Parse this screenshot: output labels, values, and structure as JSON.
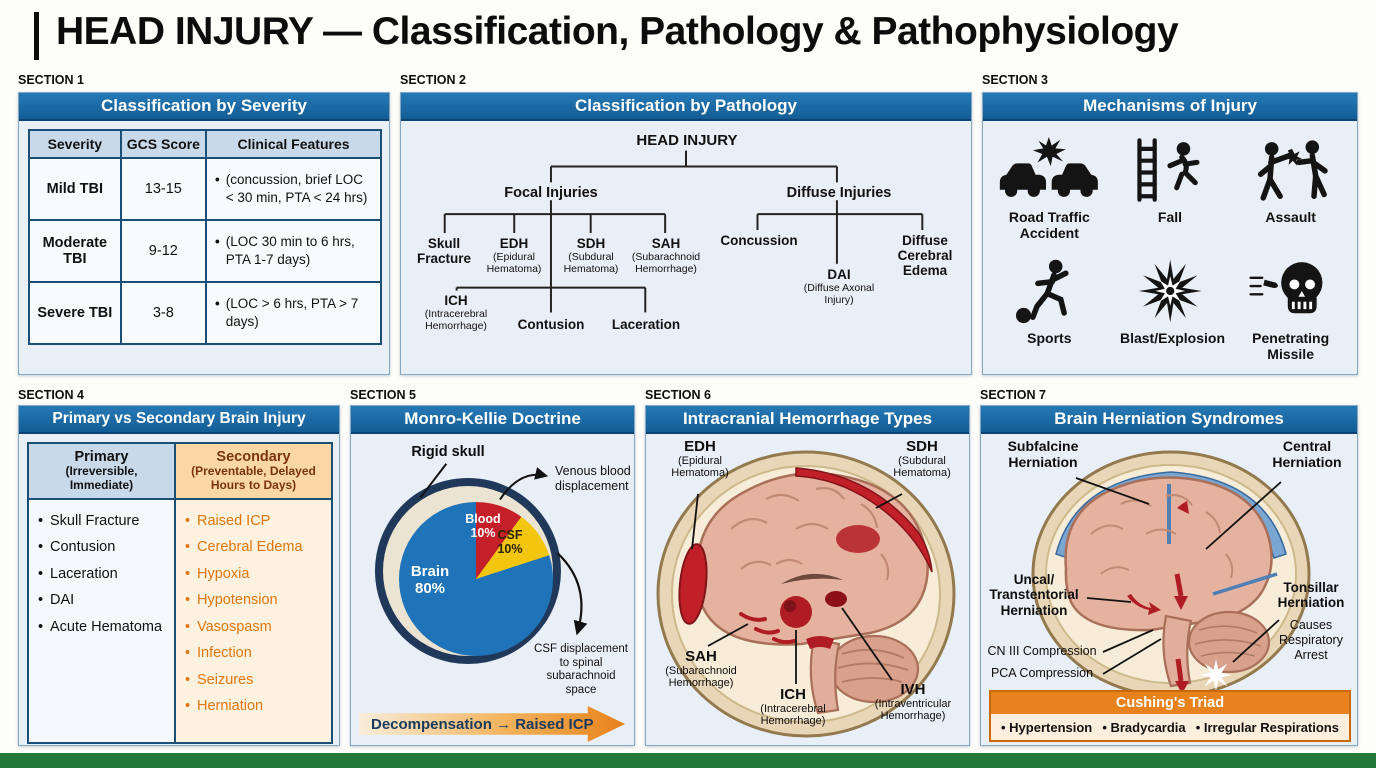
{
  "page": {
    "title": "HEAD INJURY — Classification, Pathology & Pathophysiology"
  },
  "chart_data": {
    "type": "pie",
    "title": "Monro-Kellie Doctrine (intracranial volume)",
    "labels": [
      "Brain",
      "Blood",
      "CSF"
    ],
    "values": [
      80,
      10,
      10
    ],
    "unit": "%"
  },
  "s1": {
    "tag": "SECTION 1",
    "title": "Classification by Severity",
    "headers": [
      "Severity",
      "GCS Score",
      "Clinical Features"
    ],
    "rows": [
      {
        "severity": "Mild TBI",
        "gcs": "13-15",
        "feature": "(concussion, brief LOC < 30 min, PTA < 24 hrs)"
      },
      {
        "severity": "Moderate TBI",
        "gcs": "9-12",
        "feature": "(LOC 30 min to 6 hrs, PTA 1-7 days)"
      },
      {
        "severity": "Severe TBI",
        "gcs": "3-8",
        "feature": "(LOC > 6 hrs, PTA > 7 days)"
      }
    ]
  },
  "s2": {
    "tag": "SECTION 2",
    "title": "Classification by Pathology",
    "root": "HEAD INJURY",
    "focal": "Focal Injuries",
    "diffuse": "Diffuse Injuries",
    "skull_fracture": "Skull Fracture",
    "edh": "EDH",
    "edh_sub": "(Epidural Hematoma)",
    "sdh": "SDH",
    "sdh_sub": "(Subdural Hematoma)",
    "sah": "SAH",
    "sah_sub": "(Subarachnoid Hemorrhage)",
    "ich": "ICH",
    "ich_sub": "(Intracerebral Hemorrhage)",
    "contusion": "Contusion",
    "laceration": "Laceration",
    "concussion": "Concussion",
    "dai": "DAI",
    "dai_sub": "(Diffuse Axonal Injury)",
    "edema": "Diffuse Cerebral Edema"
  },
  "s3": {
    "tag": "SECTION 3",
    "title": "Mechanisms of Injury",
    "items": [
      "Road Traffic Accident",
      "Fall",
      "Assault",
      "Sports",
      "Blast/Explosion",
      "Penetrating Missile"
    ]
  },
  "s4": {
    "tag": "SECTION 4",
    "title": "Primary vs Secondary Brain Injury",
    "primary_header": "Primary",
    "primary_sub": "(Irreversible, Immediate)",
    "secondary_header": "Secondary",
    "secondary_sub": "(Preventable, Delayed Hours to Days)",
    "primary_items": [
      "Skull Fracture",
      "Contusion",
      "Laceration",
      "DAI",
      "Acute Hematoma"
    ],
    "secondary_items": [
      "Raised ICP",
      "Cerebral Edema",
      "Hypoxia",
      "Hypotension",
      "Vasospasm",
      "Infection",
      "Seizures",
      "Herniation"
    ]
  },
  "s5": {
    "tag": "SECTION 5",
    "title": "Monro-Kellie Doctrine",
    "rigid_skull": "Rigid skull",
    "venous": "Venous blood displacement",
    "csf_note": "CSF displacement to spinal subarachnoid space",
    "brain_label": "Brain",
    "brain_pct": "80%",
    "blood_label": "Blood",
    "blood_pct": "10%",
    "csf_label": "CSF",
    "csf_pct": "10%",
    "decomp": "Decompensation → Raised ICP"
  },
  "s6": {
    "tag": "SECTION 6",
    "title": "Intracranial Hemorrhage Types",
    "edh": "EDH",
    "edh_sub": "(Epidural Hematoma)",
    "sdh": "SDH",
    "sdh_sub": "(Subdural Hematoma)",
    "sah": "SAH",
    "sah_sub": "(Subarachnoid Hemorrhage)",
    "ich": "ICH",
    "ich_sub": "(Intracerebral Hemorrhage)",
    "ivh": "IVH",
    "ivh_sub": "(Intraventricular Hemorrhage)"
  },
  "s7": {
    "tag": "SECTION 7",
    "title": "Brain Herniation Syndromes",
    "subfalcine": "Subfalcine Herniation",
    "central": "Central Herniation",
    "uncal": "Uncal/ Transtentorial Herniation",
    "cn3": "CN III Compression",
    "pca": "PCA Compression",
    "tonsillar": "Tonsillar Herniation",
    "tonsillar_note": "Causes Respiratory Arrest",
    "cushing_title": "Cushing's Triad",
    "cushing_items": [
      "Hypertension",
      "Bradycardia",
      "Irregular Respirations"
    ]
  }
}
